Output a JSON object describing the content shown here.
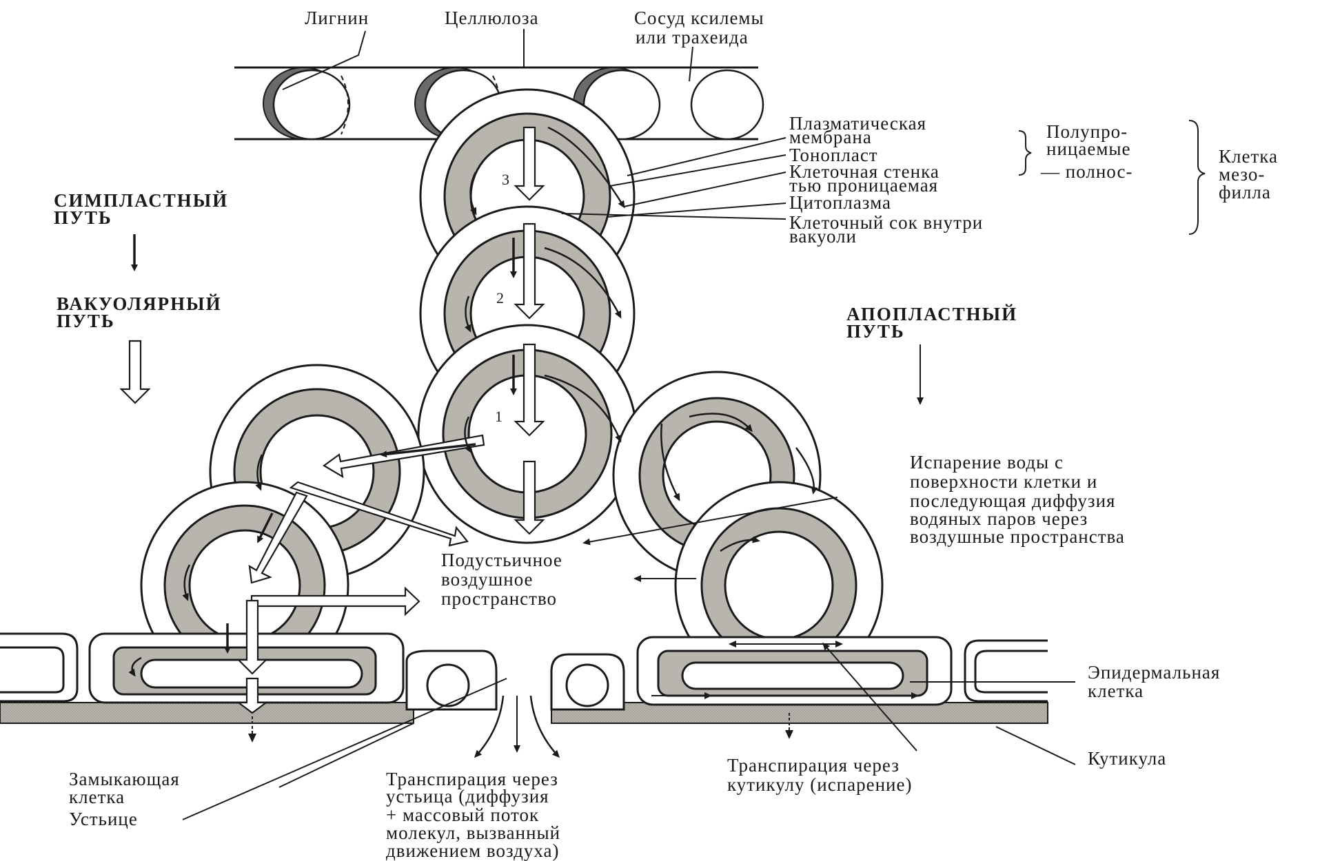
{
  "labels": {
    "lignin": "Лигнин",
    "cellulose": "Целлюлоза",
    "xylem_vessel_1": "Сосуд ксилемы",
    "xylem_vessel_2": "или трахеида",
    "plasma_membrane_1": "Плазматическая",
    "plasma_membrane_2": "мембрана",
    "tonoplast": "Тонопласт",
    "cell_wall_1": "Клеточная стенка",
    "cell_wall_2": "тью проницаемая",
    "cytoplasm": "Цитоплазма",
    "cell_sap_1": "Клеточный сок внутри",
    "cell_sap_2": "вакуоли",
    "semi_1": "Полупро-",
    "semi_2": "ницаемые",
    "fully": "— полнос-",
    "mesophyll_1": "Клетка",
    "mesophyll_2": "мезо-",
    "mesophyll_3": "филла",
    "symplast_1": "СИМПЛАСТНЫЙ",
    "symplast_2": "ПУТЬ",
    "vacuolar_1": "ВАКУОЛЯРНЫЙ",
    "vacuolar_2": "ПУТЬ",
    "apoplast_1": "АПОПЛАСТНЫЙ",
    "apoplast_2": "ПУТЬ",
    "evap_1": "Испарение воды с",
    "evap_2": "поверхности клетки и",
    "evap_3": "последующая диффузия",
    "evap_4": "водяных паров через",
    "evap_5": "воздушные пространства",
    "substomatal_1": "Подустьичное",
    "substomatal_2": "воздушное",
    "substomatal_3": "пространство",
    "epidermal_1": "Эпидермальная",
    "epidermal_2": "клетка",
    "cuticle": "Кутикула",
    "guard_1": "Замыкающая",
    "guard_2": "клетка",
    "stoma": "Устьице",
    "trans_stoma_1": "Транспирация через",
    "trans_stoma_2": "устьица (диффузия",
    "trans_stoma_3": "+ массовый поток",
    "trans_stoma_4": "молекул, вызванный",
    "trans_stoma_5": "движением воздуха)",
    "trans_cuticle_1": "Транспирация через",
    "trans_cuticle_2": "кутикулу (испарение)"
  },
  "cell_numbers": [
    "3",
    "2",
    "1"
  ],
  "colors": {
    "ink": "#1a1a1a",
    "cytoplasm": "#b8b4ae",
    "background": "#ffffff"
  }
}
